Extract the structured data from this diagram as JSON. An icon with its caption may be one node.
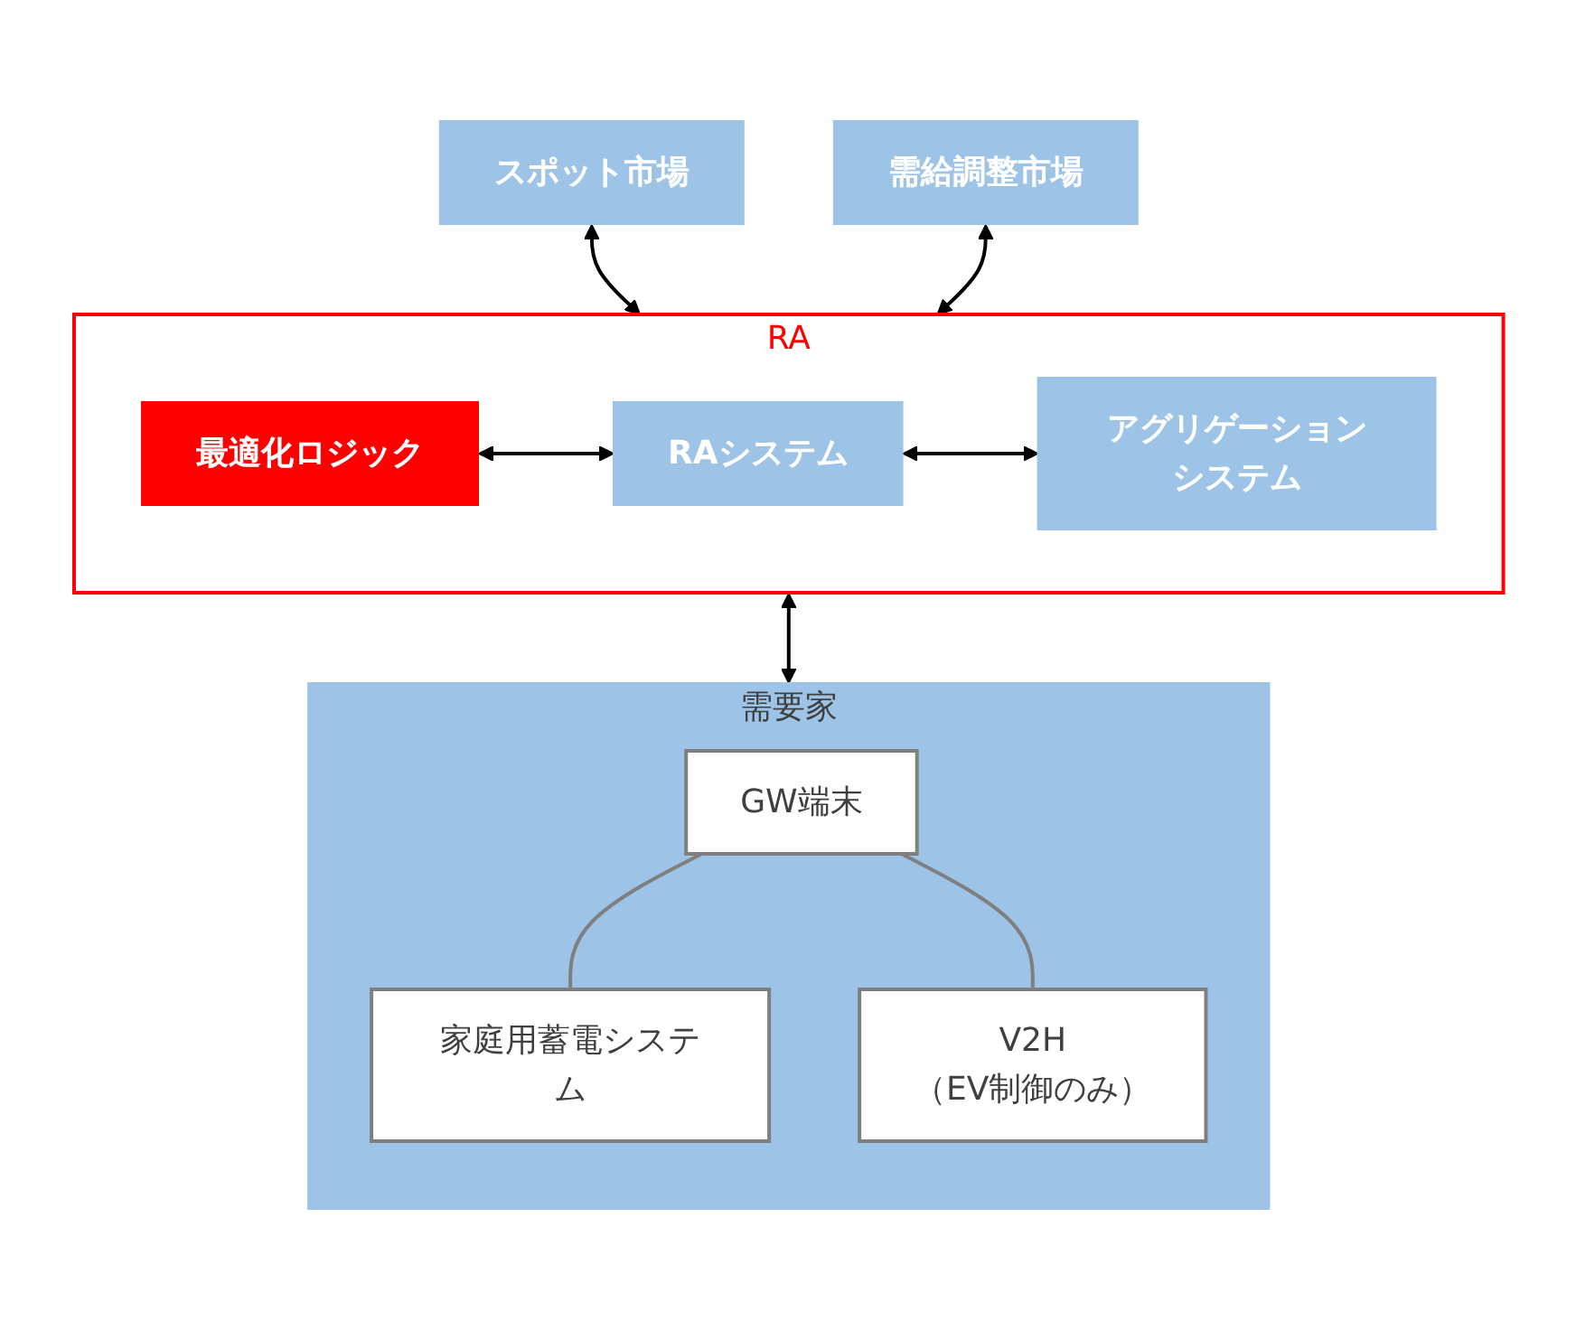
{
  "diagram": {
    "nodes": [
      {
        "text": [
          "スポット市場"
        ]
      },
      {
        "text": [
          "需給調整市場"
        ]
      },
      {
        "text": [
          "RA"
        ]
      },
      {
        "text": [
          "最適化ロジック"
        ],
        "in": 2
      },
      {
        "text": [
          "RAシステム"
        ],
        "in": 2
      },
      {
        "text": [
          "アグリゲーションシステム"
        ],
        "in": 2
      },
      {
        "text": [
          "需要家"
        ]
      },
      {
        "text": [
          "GW端末"
        ],
        "in": 6
      },
      {
        "text": [
          "家庭用蓄電システム"
        ],
        "in": 6
      },
      {
        "text": [
          "V2H",
          "（EV制御のみ）"
        ],
        "in": 6
      }
    ],
    "edges": [
      {
        "from": 0,
        "to": 2,
        "arrow": "both"
      },
      {
        "from": 1,
        "to": 2,
        "arrow": "both"
      },
      {
        "from": 3,
        "to": 4,
        "arrow": "both"
      },
      {
        "from": 4,
        "to": 5,
        "arrow": "both"
      },
      {
        "from": 2,
        "to": 6,
        "arrow": "both"
      },
      {
        "from": 7,
        "to": 8,
        "arrow": "none",
        "color": "#7f7f7f"
      },
      {
        "from": 7,
        "to": 9,
        "arrow": "none",
        "color": "#7f7f7f"
      }
    ]
  }
}
